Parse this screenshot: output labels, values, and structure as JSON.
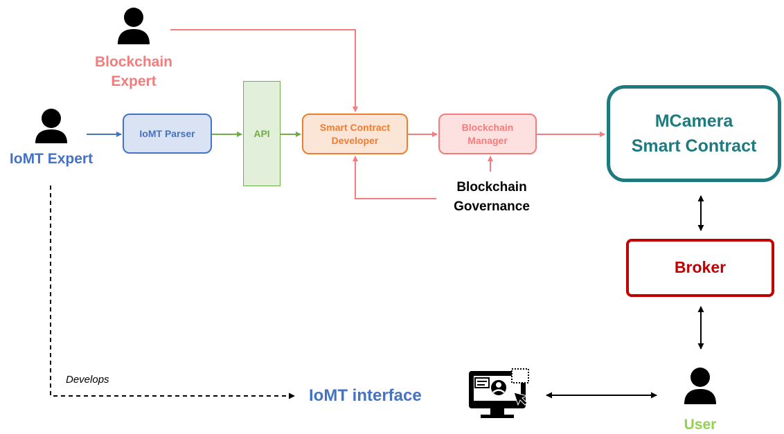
{
  "actors": {
    "blockchain_expert": {
      "line1": "Blockchain",
      "line2": "Expert"
    },
    "iomt_expert": {
      "label": "IoMT Expert"
    },
    "user": {
      "label": "User"
    }
  },
  "nodes": {
    "iomt_parser": "IoMT Parser",
    "api": "API",
    "smart_contract_developer": {
      "line1": "Smart Contract",
      "line2": "Developer"
    },
    "blockchain_manager": {
      "line1": "Blockchain",
      "line2": "Manager"
    },
    "blockchain_governance": {
      "line1": "Blockchain",
      "line2": "Governance"
    },
    "mcamera_smart_contract": {
      "line1": "MCamera",
      "line2": "Smart Contract"
    },
    "broker": "Broker",
    "iomt_interface": "IoMT interface"
  },
  "edge_labels": {
    "develops": "Develops"
  },
  "colors": {
    "blockchain": "#f47c7c",
    "iomt_blue": "#4472c4",
    "api_green": "#70ad47",
    "developer_orange": "#ed7d31",
    "contract_teal": "#1f7a80",
    "broker_red": "#c00000",
    "user_green": "#92d050"
  },
  "icons": [
    "person-icon",
    "monitor-user-icon"
  ]
}
